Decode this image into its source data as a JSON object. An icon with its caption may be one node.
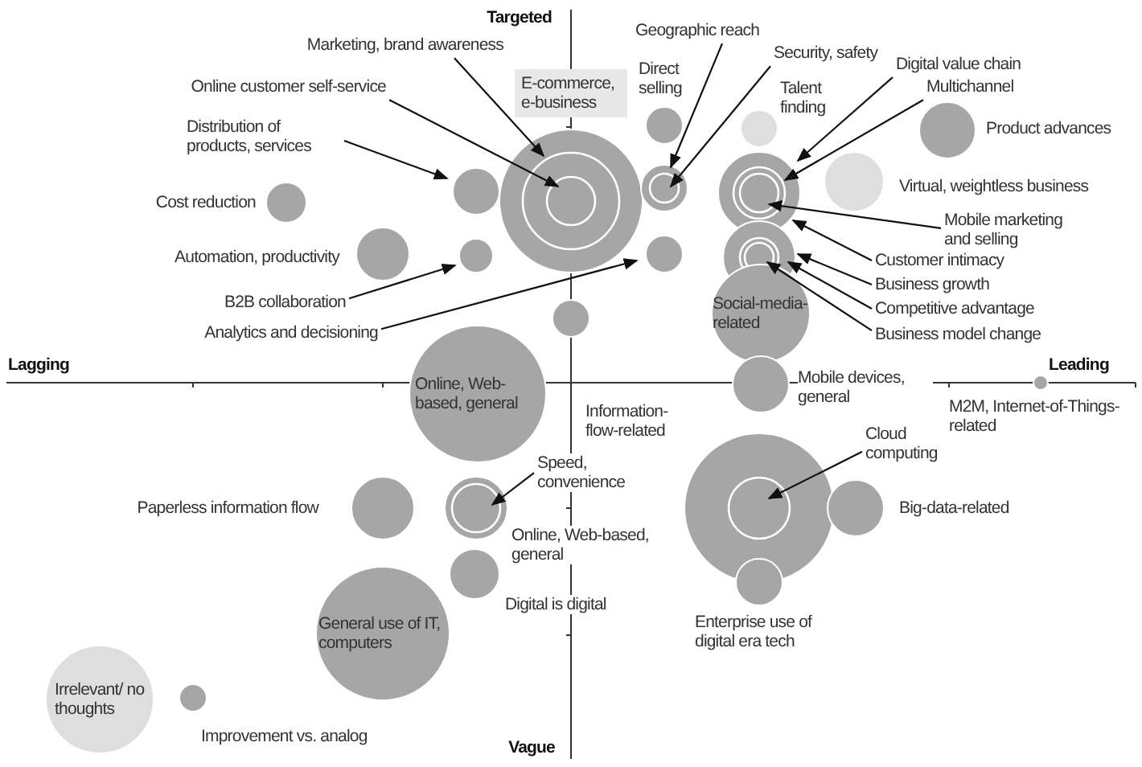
{
  "diagram": {
    "nodes": [
      {
        "text": [
          "Marketing, brand awareness"
        ]
      },
      {
        "text": [
          "Geographic reach"
        ]
      },
      {
        "text": [
          "Security, safety"
        ]
      },
      {
        "text": [
          "Online customer self-service"
        ]
      },
      {
        "text": [
          "Digital value chain"
        ]
      },
      {
        "text": [
          "Multichannel"
        ]
      },
      {
        "text": [
          "E-commerce, e-business"
        ]
      },
      {
        "text": [
          "Distribution of products, services"
        ]
      },
      {
        "text": [
          "Mobile marketing and selling"
        ]
      },
      {
        "text": [
          "Customer intimacy"
        ]
      },
      {
        "text": [
          "B2B collaboration"
        ]
      },
      {
        "text": [
          "Business growth"
        ]
      },
      {
        "text": [
          "Competitive advantage"
        ]
      },
      {
        "text": [
          "Analytics and decisioning"
        ]
      },
      {
        "text": [
          "Business model change"
        ]
      },
      {
        "text": [
          "Speed, convenience"
        ]
      },
      {
        "text": [
          "Cloud computing"
        ]
      },
      {
        "text": [],
        "shape": "circle",
        "beside": [
          "Direct selling"
        ]
      },
      {
        "text": [],
        "shape": "circle",
        "beside": [
          "Talent finding"
        ]
      },
      {
        "text": [],
        "shape": "circle",
        "beside": [
          "Product advances"
        ]
      },
      {
        "text": [],
        "shape": "circle"
      },
      {
        "text": [],
        "shape": "circle",
        "beside": [
          "Cost reduction"
        ]
      },
      {
        "text": [],
        "shape": "circle"
      },
      {
        "text": [],
        "shape": "circle"
      },
      {
        "text": [],
        "shape": "circle"
      },
      {
        "text": [],
        "shape": "circle",
        "beside": [
          "Virtual, weightless business"
        ]
      },
      {
        "text": [],
        "shape": "circle",
        "beside": [
          "Automation, productivity"
        ]
      },
      {
        "text": [],
        "shape": "circle"
      },
      {
        "text": [],
        "shape": "circle"
      },
      {
        "text": [],
        "shape": "circle"
      },
      {
        "text": [],
        "shape": "circle"
      },
      {
        "text": [
          "Social-media-related"
        ]
      },
      {
        "text": [
          "Online, Web-based, general"
        ]
      },
      {
        "text": [],
        "shape": "circle",
        "beside": [
          "Mobile devices, general"
        ]
      },
      {
        "text": [],
        "shape": "circle",
        "beside": [
          "M2M, Internet-of-Things-related"
        ]
      },
      {
        "text": [],
        "shape": "circle",
        "beside": [
          "Paperless information flow"
        ]
      },
      {
        "text": [],
        "shape": "circle",
        "beside": [
          "Online, Web-based, general"
        ]
      },
      {
        "text": [],
        "shape": "circle"
      },
      {
        "text": [],
        "shape": "circle",
        "beside": [
          "Big-data-related"
        ]
      },
      {
        "text": [],
        "shape": "circle",
        "beside": [
          "Digital is digital"
        ]
      },
      {
        "text": [],
        "shape": "circle",
        "beside": [
          "Enterprise use of digital era tech"
        ]
      },
      {
        "text": [
          "General use of IT, computers"
        ]
      },
      {
        "text": [
          "Irrelevant/ no thoughts"
        ]
      },
      {
        "text": [],
        "shape": "circle",
        "beside": [
          "Improvement vs. analog"
        ]
      }
    ],
    "edges": [
      {
        "from": 0,
        "to": 22,
        "arrow": "to"
      },
      {
        "from": 3,
        "to": 22,
        "arrow": "to"
      },
      {
        "from": 7,
        "to": 20,
        "arrow": "to"
      },
      {
        "from": 10,
        "to": 27,
        "arrow": "to"
      },
      {
        "from": 13,
        "to": 28,
        "arrow": "to"
      },
      {
        "from": 1,
        "to": 23,
        "arrow": "to"
      },
      {
        "from": 2,
        "to": 23,
        "arrow": "to"
      },
      {
        "from": 4,
        "to": 24,
        "arrow": "to"
      },
      {
        "from": 5,
        "to": 24,
        "arrow": "to"
      },
      {
        "from": 8,
        "to": 24,
        "arrow": "to"
      },
      {
        "from": 9,
        "to": 24,
        "arrow": "to"
      },
      {
        "from": 11,
        "to": 29,
        "arrow": "to"
      },
      {
        "from": 12,
        "to": 29,
        "arrow": "to"
      },
      {
        "from": 14,
        "to": 29,
        "arrow": "to"
      },
      {
        "from": 15,
        "to": 36,
        "arrow": "to"
      },
      {
        "from": 16,
        "to": 37,
        "arrow": "to"
      }
    ],
    "labels": [
      "Targeted",
      "Lagging",
      "Leading",
      "Information-flow-related",
      "Vague"
    ]
  }
}
